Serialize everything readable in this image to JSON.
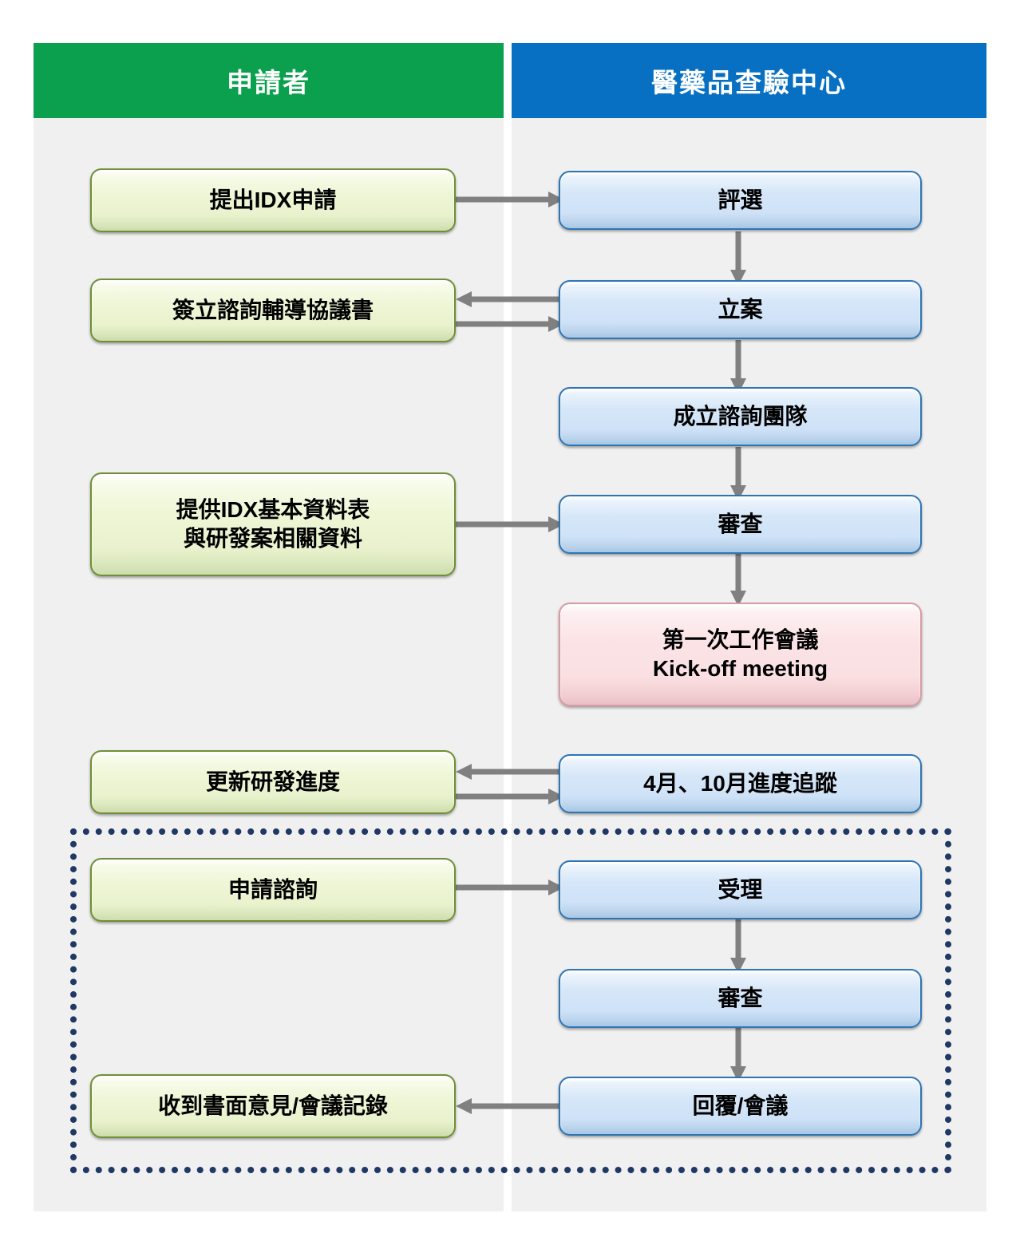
{
  "diagram": {
    "type": "swimlane-flowchart",
    "lanes": [
      {
        "id": "applicant",
        "title": "申請者",
        "color": "#0BA04E"
      },
      {
        "id": "cde",
        "title": "醫藥品查驗中心",
        "color": "#0770C2"
      }
    ],
    "colors": {
      "lane_background": "#f0f0f0",
      "applicant_header": "#0BA04E",
      "cde_header": "#0770C2",
      "green_node_fill": "#eef6d6",
      "green_node_border": "#6f8f34",
      "blue_node_fill": "#d5e6f8",
      "blue_node_border": "#2e75b6",
      "pink_node_fill": "#fbe3e5",
      "pink_node_border": "#d99ba3",
      "arrow": "#808080",
      "group_border": "#1F3864"
    },
    "nodes": [
      {
        "id": "n1",
        "lane": "applicant",
        "style": "green",
        "lines": [
          "提出IDX申請"
        ]
      },
      {
        "id": "n2",
        "lane": "cde",
        "style": "blue",
        "lines": [
          "評選"
        ]
      },
      {
        "id": "n3",
        "lane": "applicant",
        "style": "green",
        "lines": [
          "簽立諮詢輔導協議書"
        ]
      },
      {
        "id": "n4",
        "lane": "cde",
        "style": "blue",
        "lines": [
          "立案"
        ]
      },
      {
        "id": "n5",
        "lane": "cde",
        "style": "blue",
        "lines": [
          "成立諮詢團隊"
        ]
      },
      {
        "id": "n6",
        "lane": "applicant",
        "style": "green",
        "lines": [
          "提供IDX基本資料表",
          "與研發案相關資料"
        ]
      },
      {
        "id": "n7",
        "lane": "cde",
        "style": "blue",
        "lines": [
          "審查"
        ]
      },
      {
        "id": "n8",
        "lane": "cde",
        "style": "pink",
        "lines": [
          "第一次工作會議",
          "Kick-off meeting"
        ]
      },
      {
        "id": "n9",
        "lane": "applicant",
        "style": "green",
        "lines": [
          "更新研發進度"
        ]
      },
      {
        "id": "n10",
        "lane": "cde",
        "style": "blue",
        "lines": [
          "4月、10月進度追蹤"
        ]
      },
      {
        "id": "n11",
        "lane": "applicant",
        "style": "green",
        "lines": [
          "申請諮詢"
        ]
      },
      {
        "id": "n12",
        "lane": "cde",
        "style": "blue",
        "lines": [
          "受理"
        ]
      },
      {
        "id": "n13",
        "lane": "cde",
        "style": "blue",
        "lines": [
          "審查"
        ]
      },
      {
        "id": "n14",
        "lane": "applicant",
        "style": "green",
        "lines": [
          "收到書面意見/會議記錄"
        ]
      },
      {
        "id": "n15",
        "lane": "cde",
        "style": "blue",
        "lines": [
          "回覆/會議"
        ]
      }
    ],
    "edges": [
      {
        "from": "n1",
        "to": "n2",
        "direction": "right"
      },
      {
        "from": "n2",
        "to": "n4",
        "direction": "down"
      },
      {
        "from": "n4",
        "to": "n3",
        "direction": "left"
      },
      {
        "from": "n3",
        "to": "n4",
        "direction": "right"
      },
      {
        "from": "n4",
        "to": "n5",
        "direction": "down"
      },
      {
        "from": "n5",
        "to": "n7",
        "direction": "down"
      },
      {
        "from": "n6",
        "to": "n7",
        "direction": "right"
      },
      {
        "from": "n7",
        "to": "n8",
        "direction": "down"
      },
      {
        "from": "n10",
        "to": "n9",
        "direction": "left"
      },
      {
        "from": "n9",
        "to": "n10",
        "direction": "right"
      },
      {
        "from": "n11",
        "to": "n12",
        "direction": "right"
      },
      {
        "from": "n12",
        "to": "n13",
        "direction": "down"
      },
      {
        "from": "n13",
        "to": "n15",
        "direction": "down"
      },
      {
        "from": "n15",
        "to": "n14",
        "direction": "left"
      }
    ],
    "group": {
      "id": "consultation-group",
      "border_style": "dotted",
      "border_color": "#1F3864"
    }
  }
}
